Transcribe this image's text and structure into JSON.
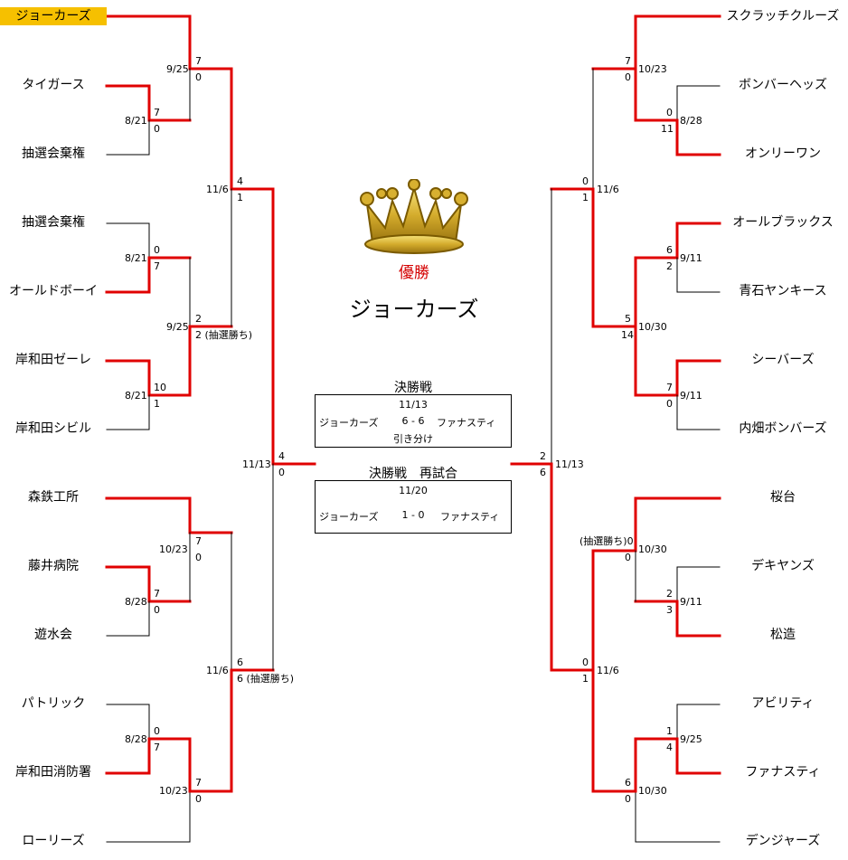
{
  "left_teams": [
    "ジョーカーズ",
    "タイガース",
    "抽選会棄権",
    "抽選会棄権",
    "オールドボーイ",
    "岸和田ゼーレ",
    "岸和田シビル",
    "森鉄工所",
    "藤井病院",
    "遊水会",
    "パトリック",
    "岸和田消防署",
    "ローリーズ"
  ],
  "right_teams": [
    "スクラッチクルーズ",
    "ボンバーヘッズ",
    "オンリーワン",
    "オールブラックス",
    "青石ヤンキース",
    "シーバーズ",
    "内畑ボンバーズ",
    "桜台",
    "デキヤンズ",
    "松造",
    "アビリティ",
    "ファナスティ",
    "デンジャーズ"
  ],
  "dates": {
    "l_r1_a": "8/21",
    "l_r2_a": "9/25",
    "l_r1_b": "8/21",
    "l_r1_c": "8/21",
    "l_r2_b": "9/25",
    "l_r3_a": "11/6",
    "l_r1_d": "8/28",
    "l_r2_c": "10/23",
    "l_r1_e": "8/28",
    "l_r2_d": "10/23",
    "l_r3_b": "11/6",
    "l_sf": "11/13",
    "r_r2_a": "10/23",
    "r_r1_a": "8/28",
    "r_r3_a": "11/6",
    "r_r1_b": "9/11",
    "r_r2_b": "10/30",
    "r_r1_c": "9/11",
    "r_sf": "11/13",
    "r_r2_c": "10/30",
    "r_r1_d": "9/11",
    "r_r3_b": "11/6",
    "r_r1_e": "9/25",
    "r_r2_d": "10/30"
  },
  "scores": {
    "l_r2_a_t": "7",
    "l_r2_a_b": "0",
    "l_r1_a_t": "7",
    "l_r1_a_b": "0",
    "l_r3_a_t": "4",
    "l_r3_a_b": "1",
    "l_r1_b_t": "0",
    "l_r1_b_b": "7",
    "l_r2_b_t": "2",
    "l_r2_b_b": "2 (抽選勝ち)",
    "l_r1_c_t": "10",
    "l_r1_c_b": "1",
    "l_sf_t": "4",
    "l_sf_b": "0",
    "l_r2_c_t": "7",
    "l_r2_c_b": "0",
    "l_r1_d_t": "7",
    "l_r1_d_b": "0",
    "l_r3_b_t": "6",
    "l_r3_b_b": "6 (抽選勝ち)",
    "l_r1_e_t": "0",
    "l_r1_e_b": "7",
    "l_r2_d_t": "7",
    "l_r2_d_b": "0",
    "r_r2_a_t": "7",
    "r_r2_a_b": "0",
    "r_r1_a_t": "0",
    "r_r1_a_b": "11",
    "r_r3_a_t": "0",
    "r_r3_a_b": "1",
    "r_r1_b_t": "6",
    "r_r1_b_b": "2",
    "r_r2_b_t": "5",
    "r_r2_b_b": "14",
    "r_r1_c_t": "7",
    "r_r1_c_b": "0",
    "r_sf_t": "2",
    "r_sf_b": "6",
    "r_r2_c_t": "(抽選勝ち)0",
    "r_r2_c_b": "0",
    "r_r1_d_t": "2",
    "r_r1_d_b": "3",
    "r_r3_b_t": "0",
    "r_r3_b_b": "1",
    "r_r1_e_t": "1",
    "r_r1_e_b": "4",
    "r_r2_d_t": "6",
    "r_r2_d_b": "0"
  },
  "champion": {
    "title": "優勝",
    "name": "ジョーカーズ"
  },
  "final": {
    "heading": "決勝戦",
    "date": "11/13",
    "team1": "ジョーカーズ",
    "score": "6 - 6",
    "team2": "ファナスティ",
    "result": "引き分け"
  },
  "replay": {
    "heading": "決勝戦　再試合",
    "date": "11/20",
    "team1": "ジョーカーズ",
    "score": "1 - 0",
    "team2": "ファナスティ"
  },
  "colors": {
    "win": "#e00000",
    "lose": "#000000",
    "highlight": "#f6c000",
    "crown": "#d8b030"
  },
  "icons": {
    "crown": "crown-icon"
  }
}
